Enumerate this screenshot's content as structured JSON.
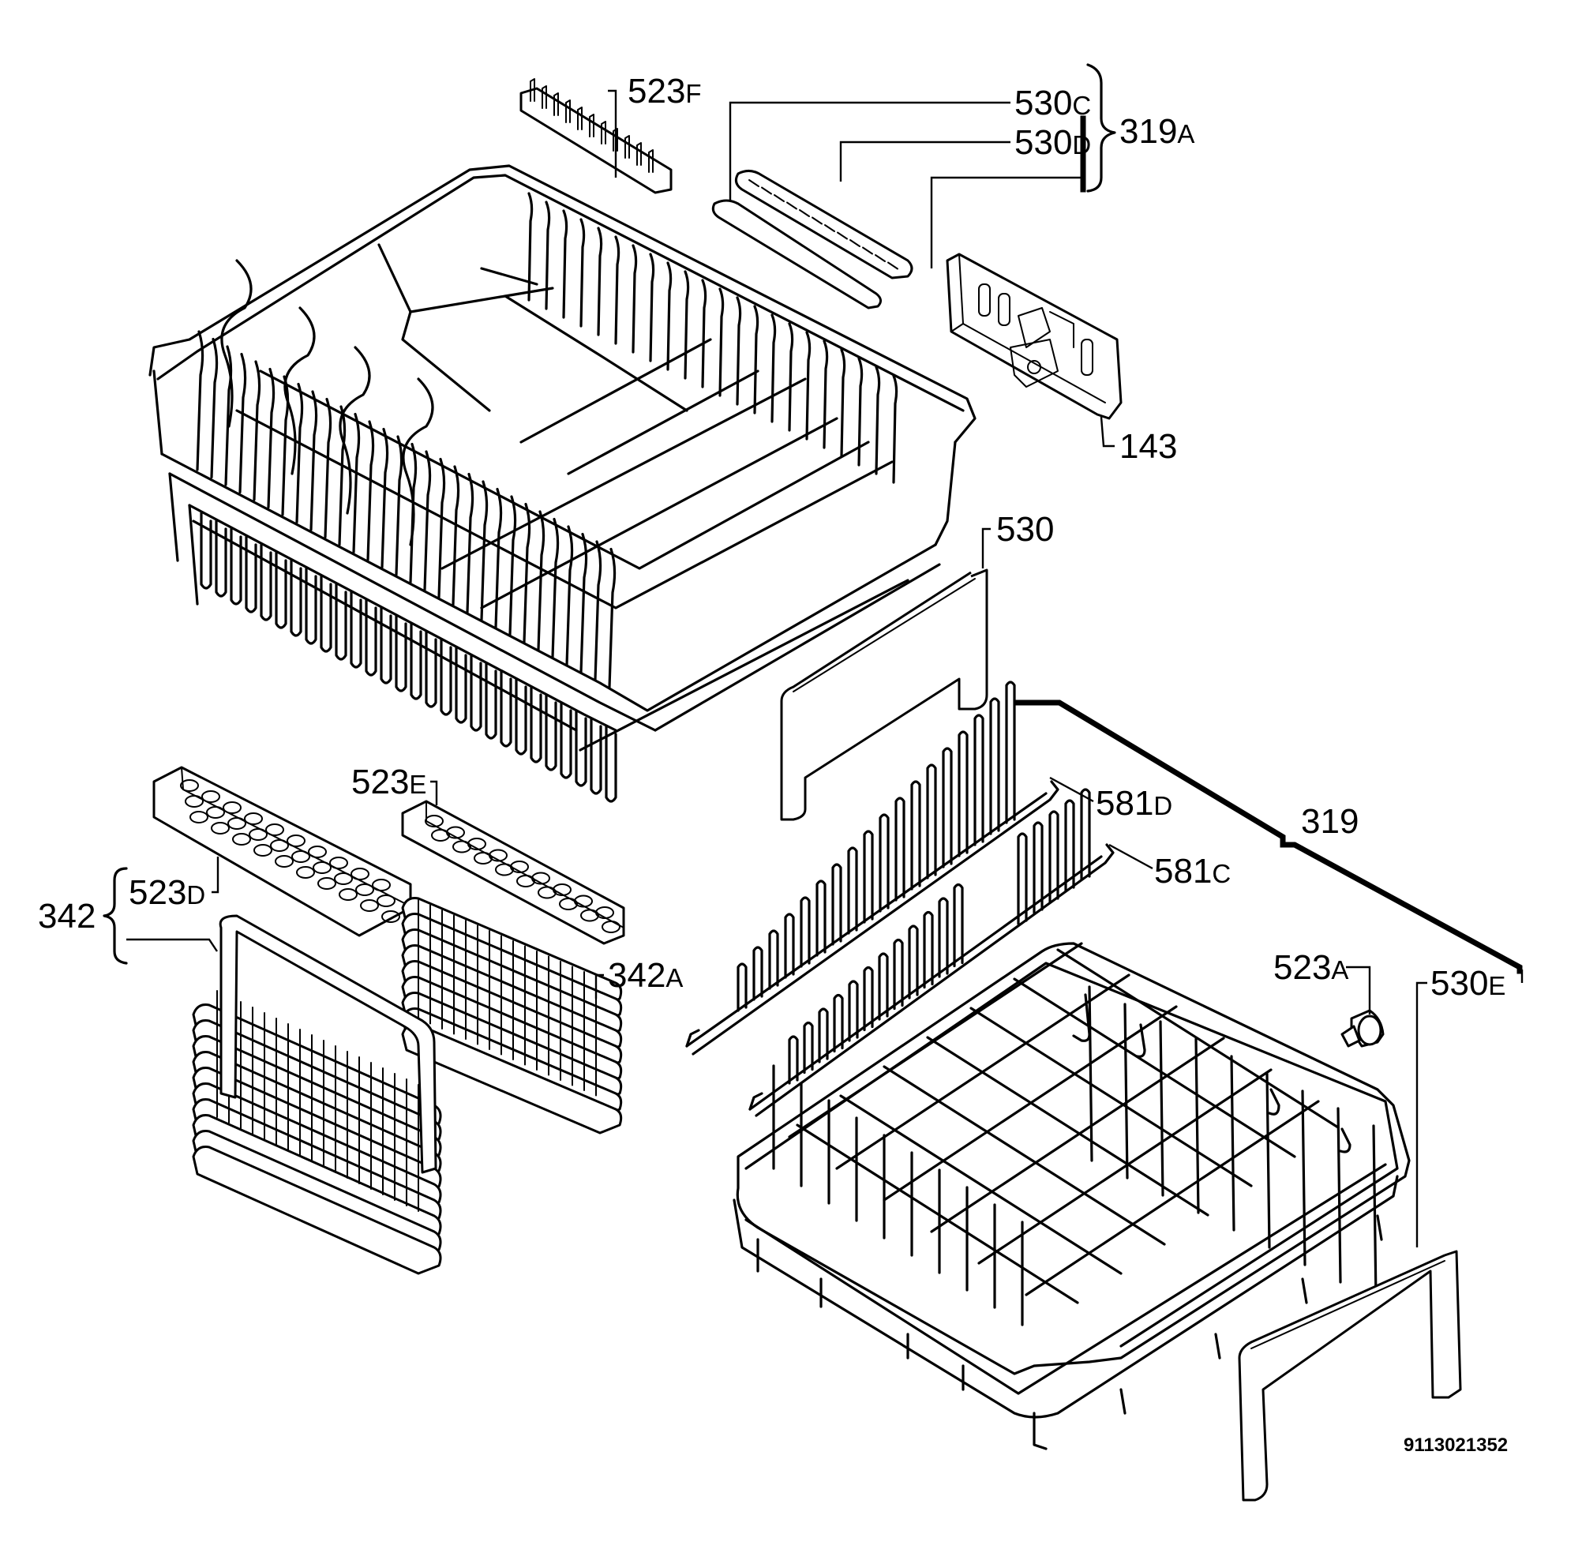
{
  "labels": {
    "523F": {
      "num": "523",
      "suf": "F"
    },
    "530C": {
      "num": "530",
      "suf": "C"
    },
    "530D": {
      "num": "530",
      "suf": "D"
    },
    "319A": {
      "num": "319",
      "suf": "A"
    },
    "143": {
      "num": "143",
      "suf": ""
    },
    "530": {
      "num": "530",
      "suf": ""
    },
    "523E": {
      "num": "523",
      "suf": "E"
    },
    "581D": {
      "num": "581",
      "suf": "D"
    },
    "581C": {
      "num": "581",
      "suf": "C"
    },
    "319": {
      "num": "319",
      "suf": ""
    },
    "342": {
      "num": "342",
      "suf": ""
    },
    "523D": {
      "num": "523",
      "suf": "D"
    },
    "342A": {
      "num": "342",
      "suf": "A"
    },
    "523A": {
      "num": "523",
      "suf": "A"
    },
    "530E": {
      "num": "530",
      "suf": "E"
    }
  },
  "drawing_code": "9113021352"
}
